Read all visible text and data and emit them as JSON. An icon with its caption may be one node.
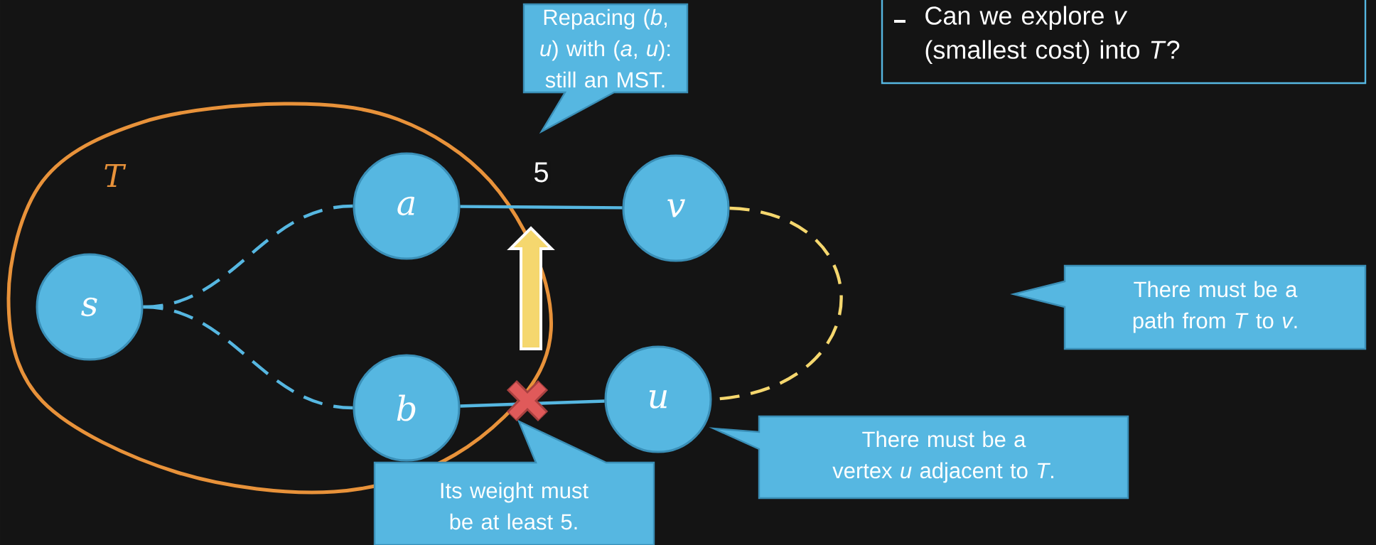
{
  "diagram": {
    "nodes": [
      {
        "text": [
          "T"
        ]
      },
      {
        "text": [
          "s"
        ],
        "in": 0
      },
      {
        "text": [
          "a"
        ],
        "in": 0
      },
      {
        "text": [
          "v"
        ]
      },
      {
        "text": [
          "b"
        ],
        "in": 0
      },
      {
        "text": [
          "u"
        ]
      },
      {
        "text": [
          "Repacing (*b*, *u*) with (*a*, *u*): still an MST."
        ]
      },
      {
        "text": [
          "Can we explore *v* (smallest cost) into *T*?"
        ]
      },
      {
        "text": [
          "There must be a path from *T* to *v*."
        ]
      },
      {
        "text": [
          "There must be a vertex *u* adjacent to *T*."
        ]
      },
      {
        "text": [
          "Its weight must be at least 5."
        ]
      }
    ],
    "edges": [
      {
        "from": 1,
        "to": 2,
        "arrow": "none",
        "style": "dashed"
      },
      {
        "from": 1,
        "to": 4,
        "arrow": "none",
        "style": "dashed"
      },
      {
        "from": 2,
        "to": 3,
        "arrow": "none",
        "label": "5"
      },
      {
        "from": 4,
        "to": 5,
        "arrow": "none"
      },
      {
        "from": 3,
        "to": 5,
        "arrow": "none",
        "style": "dashed",
        "color": "#f5d76e"
      }
    ]
  }
}
